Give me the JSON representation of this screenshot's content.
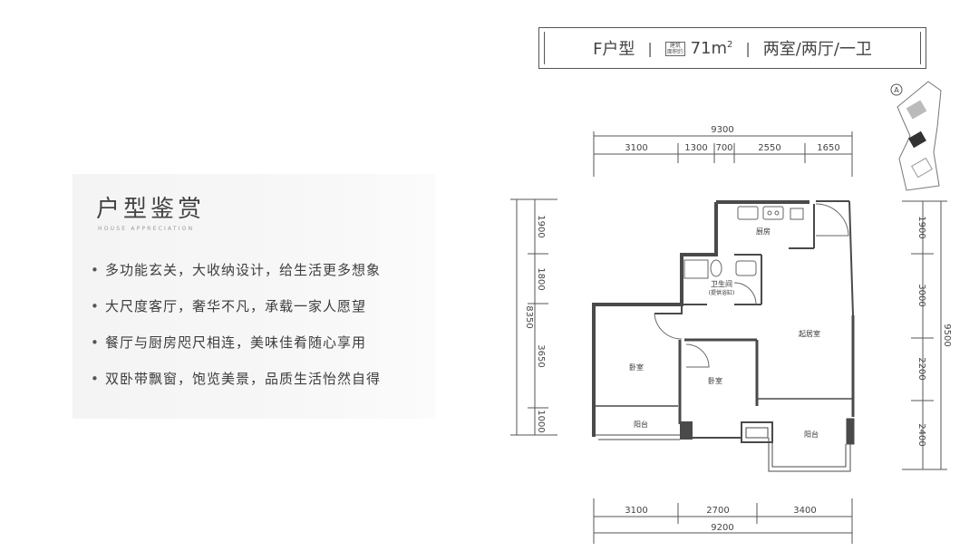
{
  "header": {
    "unit_type": "F户型",
    "area_label_top": "建筑",
    "area_label_bottom": "面积约",
    "area": "71m",
    "area_sup": "2",
    "layout": "两室/两厅/一卫"
  },
  "panel": {
    "title": "户型鉴赏",
    "subtitle": "HOUSE APPRECIATION",
    "features": [
      "多功能玄关，大收纳设计，给生活更多想象",
      "大尺度客厅，奢华不凡，承载一家人愿望",
      "餐厅与厨房咫尺相连，美味佳肴随心享用",
      "双卧带飘窗，饱览美景，品质生活怡然自得"
    ]
  },
  "plan": {
    "top_total": "9300",
    "top_segments": [
      "3100",
      "1300",
      "700",
      "2550",
      "1650"
    ],
    "bottom_total": "9200",
    "bottom_segments": [
      "3100",
      "2700",
      "3400"
    ],
    "left_total": "8350",
    "left_segments": [
      "1900",
      "1800",
      "3650",
      "1000"
    ],
    "right_total": "9500",
    "right_segments": [
      "1900",
      "3000",
      "2200",
      "2400"
    ],
    "rooms": {
      "kitchen": "厨房",
      "bathroom": "卫生间",
      "bathroom_note": "(提供浴缸)",
      "living": "起居室",
      "bedroom1": "卧室",
      "bedroom2": "卧室",
      "balcony1": "阳台",
      "balcony2": "阳台"
    },
    "site_marker": "A"
  }
}
